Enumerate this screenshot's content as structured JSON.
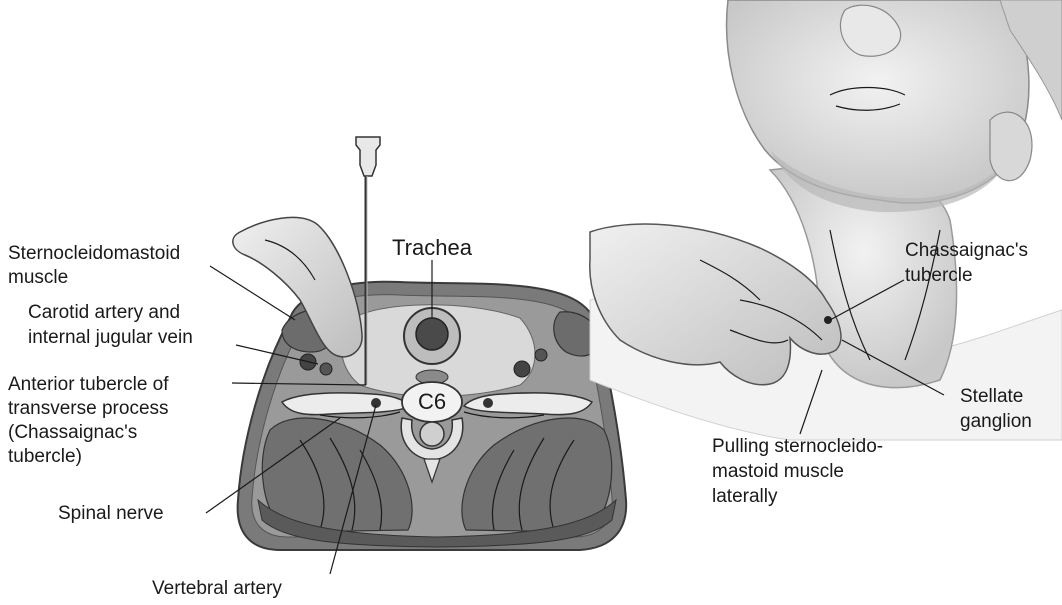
{
  "labels": {
    "sternocleidomastoid_l1": "Sternocleidomastoid",
    "sternocleidomastoid_l2": "muscle",
    "carotid_l1": "Carotid artery and",
    "carotid_l2": "internal jugular vein",
    "anterior_l1": "Anterior tubercle of",
    "anterior_l2": "transverse process",
    "anterior_l3": "(Chassaignac's",
    "anterior_l4": "tubercle)",
    "spinal_nerve": "Spinal nerve",
    "vertebral_artery": "Vertebral artery",
    "trachea": "Trachea",
    "c6": "C6",
    "chassaignac_l1": "Chassaignac's",
    "chassaignac_l2": "tubercle",
    "stellate_l1": "Stellate",
    "stellate_l2": "ganglion",
    "pulling_l1": "Pulling sternocleido-",
    "pulling_l2": "mastoid muscle",
    "pulling_l3": "laterally"
  }
}
